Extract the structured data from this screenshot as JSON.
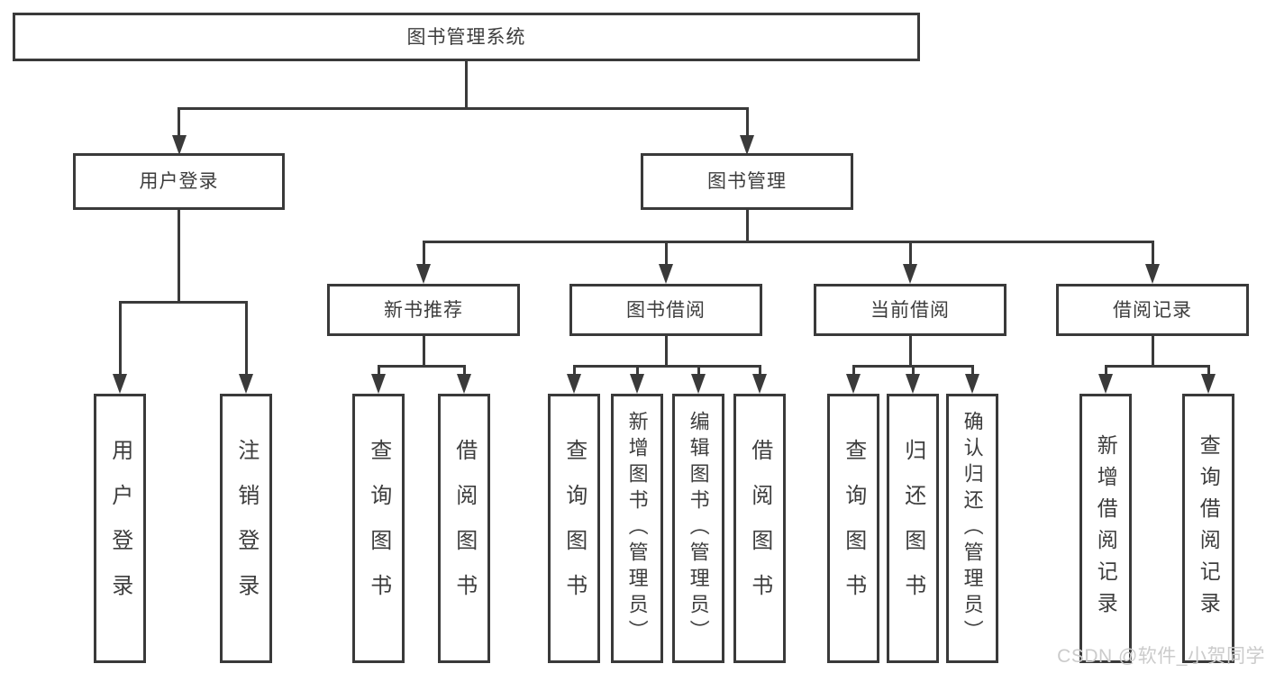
{
  "tree": {
    "root": {
      "label": "图书管理系统"
    },
    "level2": [
      {
        "label": "用户登录",
        "children": [
          {
            "label": "用户登录"
          },
          {
            "label": "注销登录"
          }
        ]
      },
      {
        "label": "图书管理",
        "children": [
          {
            "label": "新书推荐",
            "children": [
              {
                "label": "查询图书"
              },
              {
                "label": "借阅图书"
              }
            ]
          },
          {
            "label": "图书借阅",
            "children": [
              {
                "label": "查询图书"
              },
              {
                "label": "新增图书（管理员）"
              },
              {
                "label": "编辑图书（管理员）"
              },
              {
                "label": "借阅图书"
              }
            ]
          },
          {
            "label": "当前借阅",
            "children": [
              {
                "label": "查询图书"
              },
              {
                "label": "归还图书"
              },
              {
                "label": "确认归还（管理员）"
              }
            ]
          },
          {
            "label": "借阅记录",
            "children": [
              {
                "label": "新增借阅记录"
              },
              {
                "label": "查询借阅记录"
              }
            ]
          }
        ]
      }
    ]
  },
  "watermark": {
    "text": "CSDN @软件_小贺同学"
  },
  "colors": {
    "line": "#3a3a3a",
    "text": "#3d3d3d",
    "watermark": "#cbcbcb",
    "background": "#ffffff"
  }
}
